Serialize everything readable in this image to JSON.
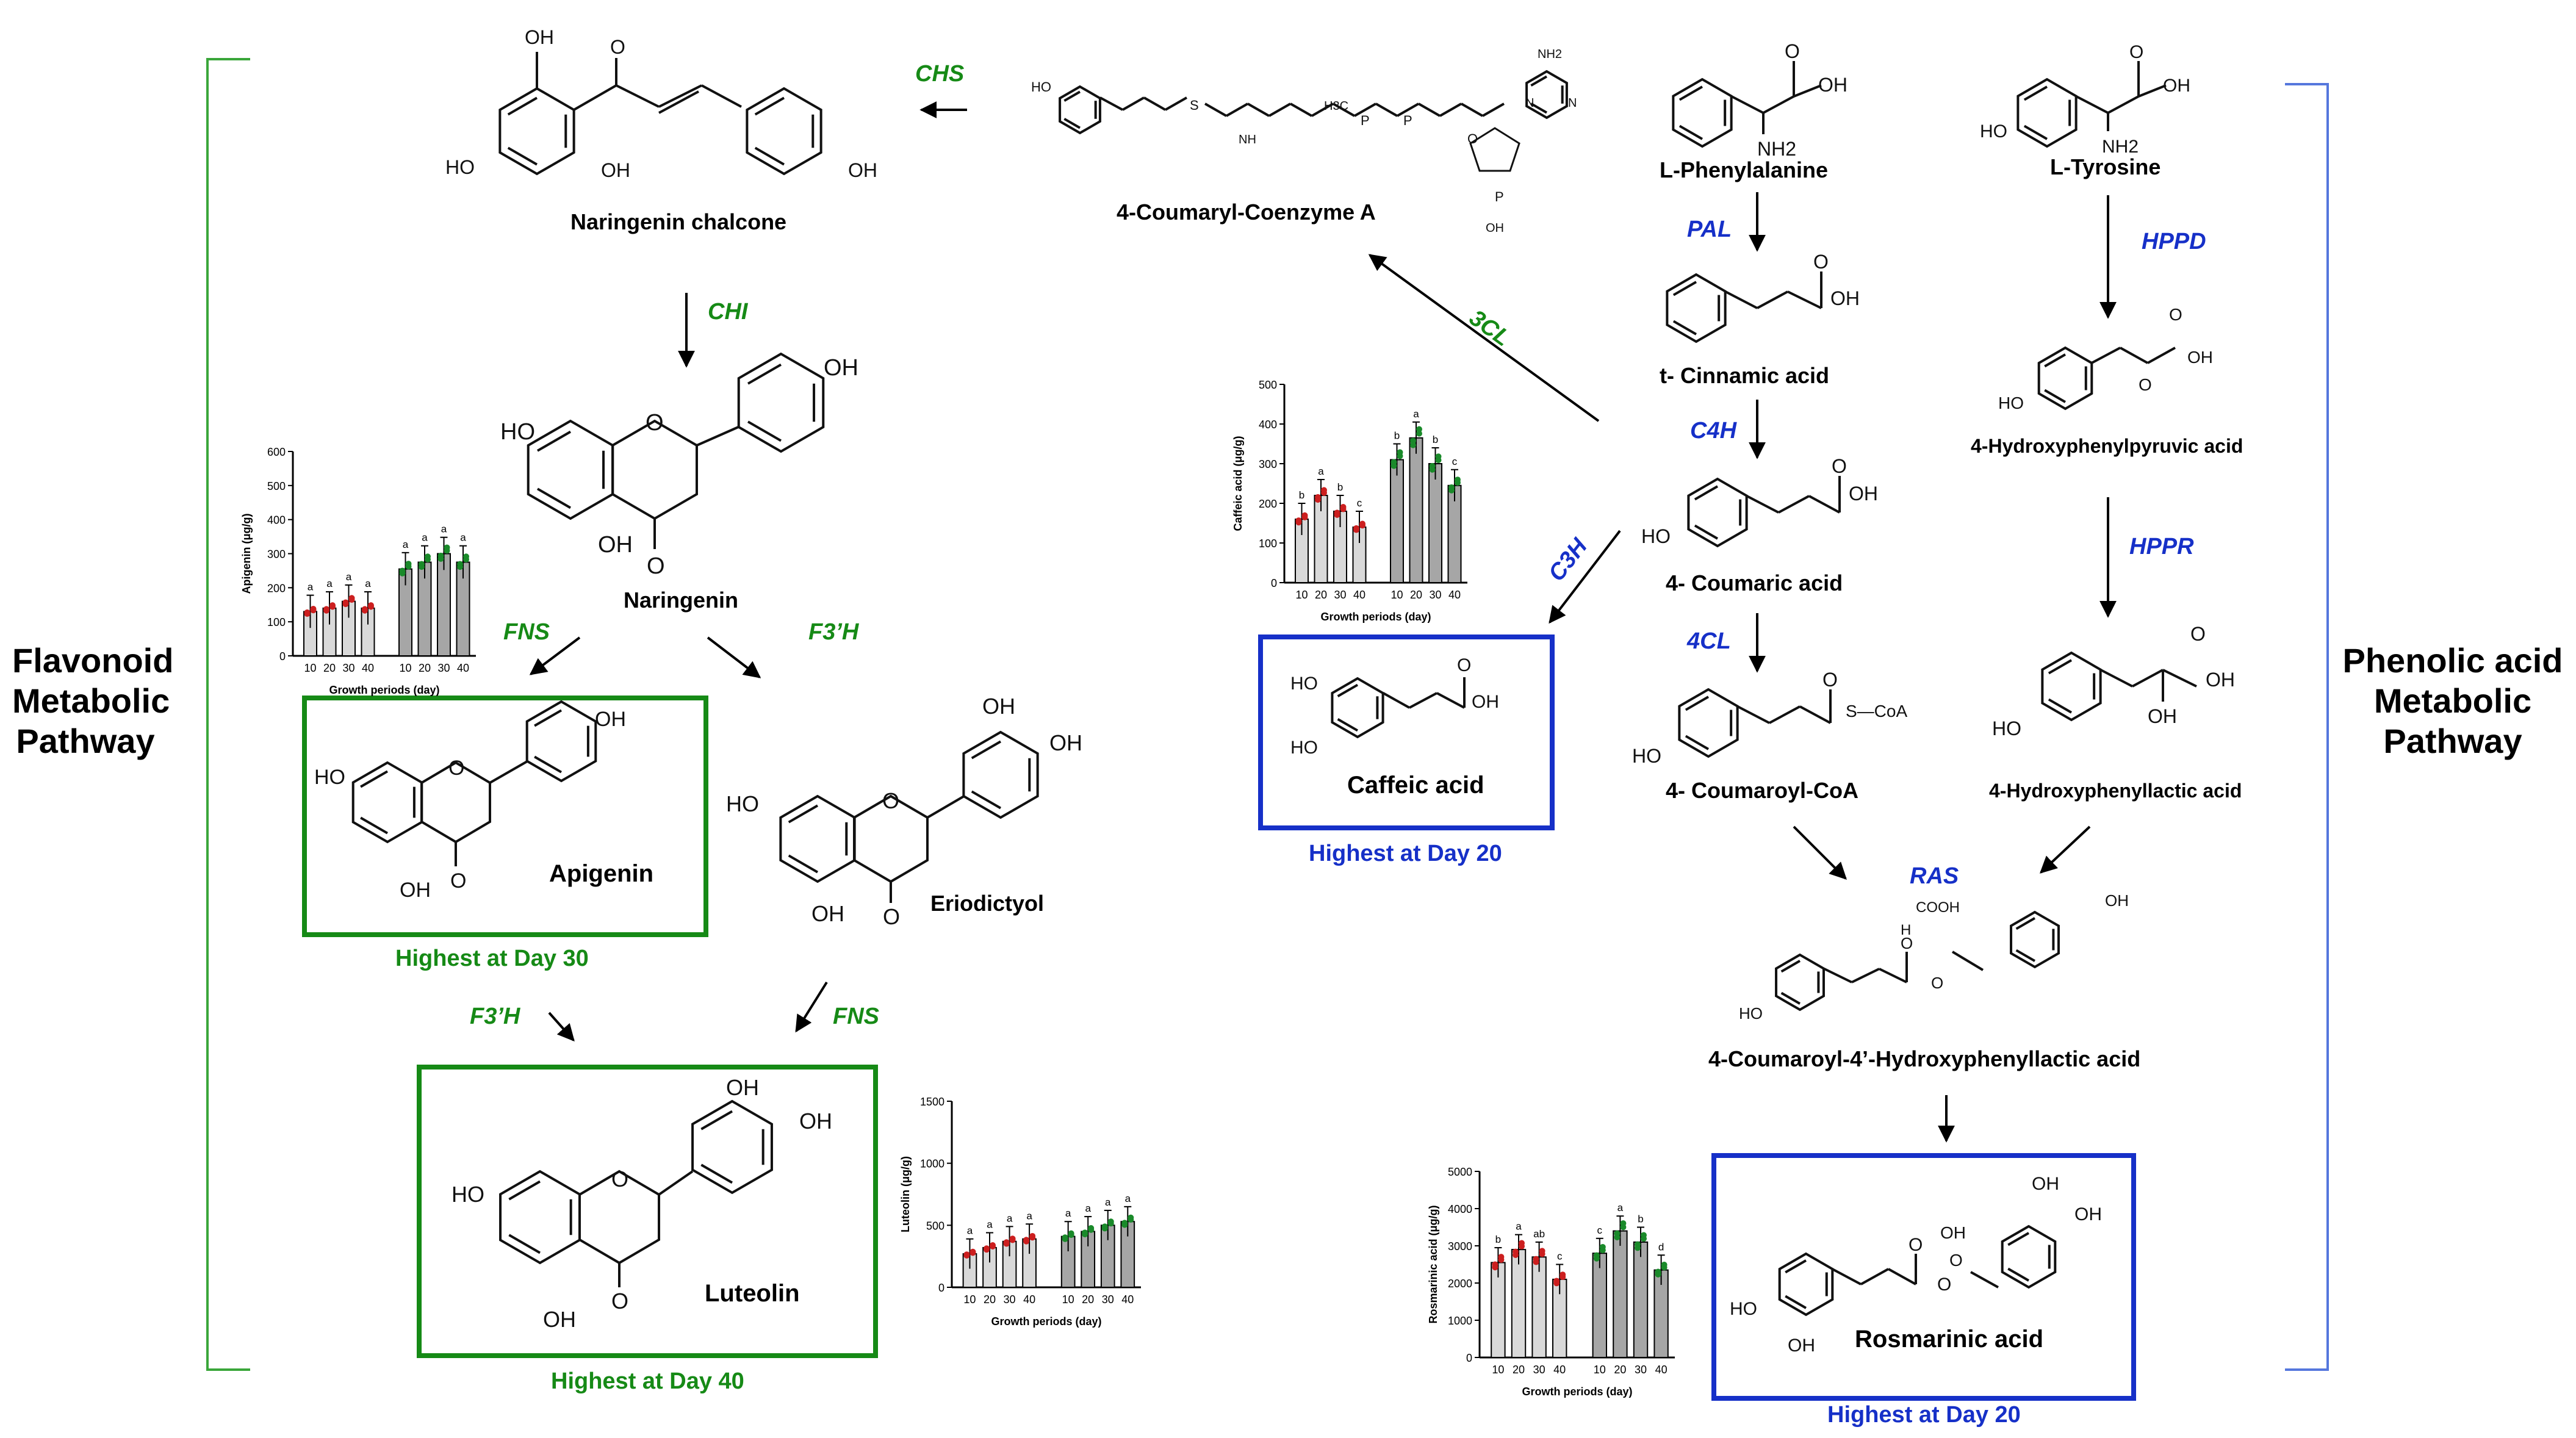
{
  "pathways": {
    "flavonoid_title": "Flavonoid\nMetabolic\nPathway",
    "phenolic_title": "Phenolic acid\nMetabolic\nPathway"
  },
  "compounds": {
    "naringenin_chalcone": "Naringenin chalcone",
    "coumaryl_coa": "4-Coumaryl-Coenzyme A",
    "phenylalanine": "L-Phenylalanine",
    "tyrosine": "L-Tyrosine",
    "cinnamic": "t- Cinnamic acid",
    "hppa": "4-Hydroxyphenylpyruvic acid",
    "coumaric": "4- Coumaric acid",
    "coumaroyl_coa": "4- Coumaroyl-CoA",
    "hpla": "4-Hydroxyphenyllactic acid",
    "naringenin": "Naringenin",
    "apigenin": "Apigenin",
    "eriodictyol": "Eriodictyol",
    "luteolin": "Luteolin",
    "caffeic": "Caffeic acid",
    "coumaroyl_hpla": "4-Coumaroyl-4’-Hydroxyphenyllactic acid",
    "rosmarinic": "Rosmarinic acid"
  },
  "enzymes": {
    "chs": "CHS",
    "chi": "CHI",
    "fns1": "FNS",
    "f3h1": "F3’H",
    "f3h2": "F3’H",
    "fns2": "FNS",
    "cl3": "3CL",
    "c3h": "C3H",
    "pal": "PAL",
    "c4h": "C4H",
    "cl4": "4CL",
    "hppd": "HPPD",
    "hppr": "HPPR",
    "ras": "RAS"
  },
  "highlights": {
    "apigenin": "Highest at Day 30",
    "luteolin": "Highest at Day 40",
    "caffeic": "Highest at Day 20",
    "rosmarinic": "Highest at Day 20"
  },
  "structure_text": {
    "OH": "OH",
    "HO": "HO",
    "O": "O",
    "NH2": "NH2",
    "SCoA": "S—CoA",
    "COOH": "COOH",
    "H": "H",
    "S": "S",
    "N": "N",
    "P": "P",
    "H3C": "H3C",
    "NH": "NH"
  },
  "colors": {
    "green": "#168a16",
    "blue": "#1630c8",
    "red_dot": "#cc1f1f",
    "green_dot": "#1a8a2a",
    "bar_light": "#d9d9d9",
    "bar_dark": "#a6a6a6"
  },
  "chart_data": [
    {
      "id": "apigenin",
      "type": "bar",
      "ylabel": "Apigenin (μg/g)",
      "xlabel": "Growth periods (day)",
      "ylim": [
        0,
        600
      ],
      "yticks": [
        0,
        100,
        200,
        300,
        400,
        500,
        600
      ],
      "groups": [
        {
          "categories": [
            "10",
            "20",
            "30",
            "40"
          ],
          "values": [
            130,
            140,
            160,
            140
          ],
          "letters": [
            "a",
            "a",
            "a",
            "a"
          ],
          "dot_color": "red"
        },
        {
          "categories": [
            "10",
            "20",
            "30",
            "40"
          ],
          "values": [
            255,
            275,
            300,
            275
          ],
          "letters": [
            "a",
            "a",
            "a",
            "a"
          ],
          "dot_color": "green"
        }
      ]
    },
    {
      "id": "caffeic",
      "type": "bar",
      "ylabel": "Caffeic acid (μg/g)",
      "xlabel": "Growth periods (day)",
      "ylim": [
        0,
        500
      ],
      "yticks": [
        0,
        100,
        200,
        300,
        400,
        500
      ],
      "groups": [
        {
          "categories": [
            "10",
            "20",
            "30",
            "40"
          ],
          "values": [
            160,
            220,
            180,
            140
          ],
          "letters": [
            "b",
            "a",
            "b",
            "c"
          ],
          "dot_color": "red"
        },
        {
          "categories": [
            "10",
            "20",
            "30",
            "40"
          ],
          "values": [
            310,
            365,
            300,
            245
          ],
          "letters": [
            "b",
            "a",
            "b",
            "c"
          ],
          "dot_color": "green"
        }
      ]
    },
    {
      "id": "luteolin",
      "type": "bar",
      "ylabel": "Luteolin (μg/g)",
      "xlabel": "Growth periods (day)",
      "ylim": [
        0,
        1500
      ],
      "yticks": [
        0,
        500,
        1000,
        1500
      ],
      "groups": [
        {
          "categories": [
            "10",
            "20",
            "30",
            "40"
          ],
          "values": [
            270,
            320,
            370,
            390
          ],
          "letters": [
            "a",
            "a",
            "a",
            "a"
          ],
          "dot_color": "red"
        },
        {
          "categories": [
            "10",
            "20",
            "30",
            "40"
          ],
          "values": [
            410,
            450,
            500,
            530
          ],
          "letters": [
            "a",
            "a",
            "a",
            "a"
          ],
          "dot_color": "green"
        }
      ]
    },
    {
      "id": "rosmarinic",
      "type": "bar",
      "ylabel": "Rosmarinic acid (μg/g)",
      "xlabel": "Growth periods (day)",
      "ylim": [
        0,
        5000
      ],
      "yticks": [
        0,
        1000,
        2000,
        3000,
        4000,
        5000
      ],
      "groups": [
        {
          "categories": [
            "10",
            "20",
            "30",
            "40"
          ],
          "values": [
            2550,
            2900,
            2700,
            2100
          ],
          "letters": [
            "b",
            "a",
            "ab",
            "c"
          ],
          "dot_color": "red"
        },
        {
          "categories": [
            "10",
            "20",
            "30",
            "40"
          ],
          "values": [
            2800,
            3400,
            3100,
            2350
          ],
          "letters": [
            "c",
            "a",
            "b",
            "d"
          ],
          "dot_color": "green"
        }
      ]
    }
  ]
}
